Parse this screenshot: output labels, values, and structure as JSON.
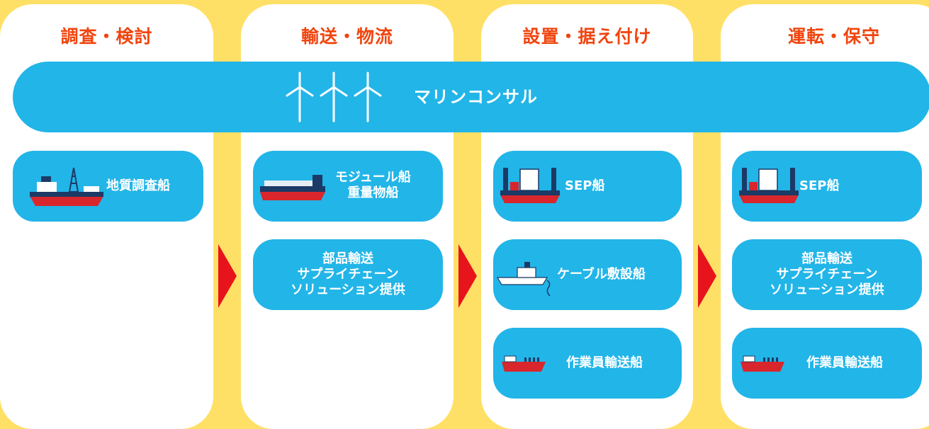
{
  "stages": [
    {
      "title": "調査・検討"
    },
    {
      "title": "輸送・物流"
    },
    {
      "title": "設置・据え付け"
    },
    {
      "title": "運転・保守"
    }
  ],
  "banner": {
    "label": "マリンコンサル",
    "icon": "wind-turbine-icon"
  },
  "services": {
    "survey": {
      "label": "地質調査船",
      "icon": "survey-ship-icon"
    },
    "transport_module": {
      "line1": "モジュール船",
      "line2": "重量物船",
      "icon": "module-ship-icon"
    },
    "transport_solution": {
      "line1": "部品輸送",
      "line2": "サプライチェーン",
      "line3": "ソリューション提供"
    },
    "install_sep": {
      "label": "SEP船",
      "icon": "sep-ship-icon"
    },
    "install_cable": {
      "label": "ケーブル敷設船",
      "icon": "cable-ship-icon"
    },
    "install_crew": {
      "label": "作業員輸送船",
      "icon": "crew-ship-icon"
    },
    "om_sep": {
      "label": "SEP船",
      "icon": "sep-ship-icon"
    },
    "om_solution": {
      "line1": "部品輸送",
      "line2": "サプライチェーン",
      "line3": "ソリューション提供"
    },
    "om_crew": {
      "label": "作業員輸送船",
      "icon": "crew-ship-icon"
    }
  },
  "colors": {
    "background": "#ffe066",
    "banner": "#22b5e8",
    "title": "#f0450f",
    "arrow": "#e8141c",
    "hull": "#d8262c"
  }
}
